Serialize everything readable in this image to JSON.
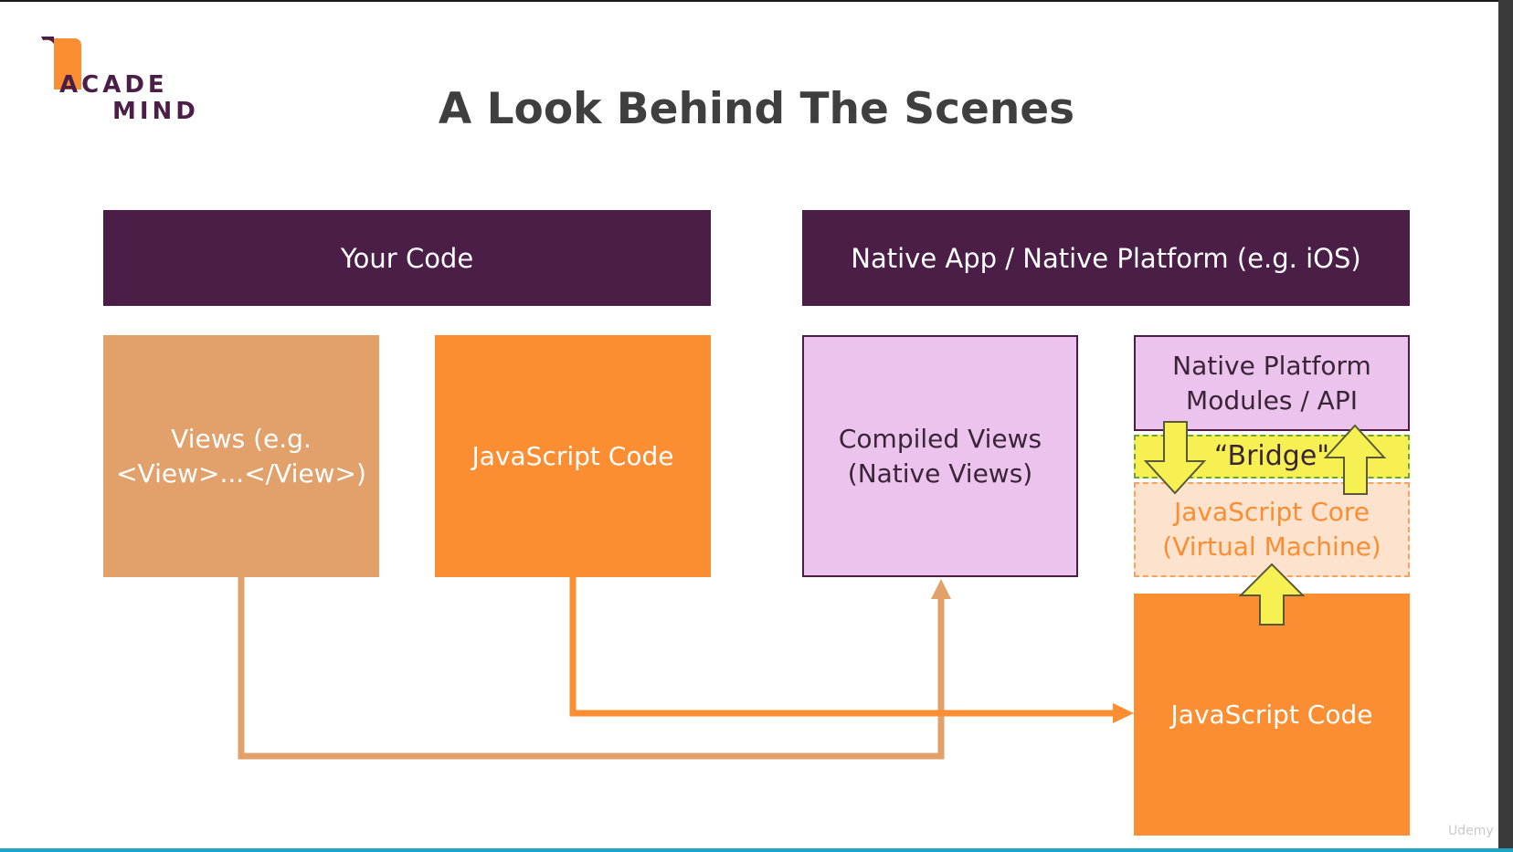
{
  "logo": {
    "line1": "ACADE",
    "line2": "MIND",
    "icon": "bookmark-icon"
  },
  "title": "A Look Behind The Scenes",
  "headers": {
    "your_code": "Your Code",
    "native": "Native App / Native Platform (e.g. iOS)"
  },
  "boxes": {
    "views": [
      "Views (e.g.",
      "<View>...</View>)"
    ],
    "js_code_left": "JavaScript Code",
    "compiled_views": [
      "Compiled Views",
      "(Native Views)"
    ],
    "native_modules": [
      "Native Platform",
      "Modules / API"
    ],
    "bridge": "“Bridge\"",
    "js_core": [
      "JavaScript Core",
      "(Virtual Machine)"
    ],
    "js_code_right": "JavaScript Code"
  },
  "watermark": "Udemy",
  "colors": {
    "purple": "#4a1e47",
    "orange": "#fb8d33",
    "tan": "#e2a06a",
    "lilac": "#ecc3ec",
    "yellow": "#f7f052",
    "core_bg": "#fde3cd"
  }
}
